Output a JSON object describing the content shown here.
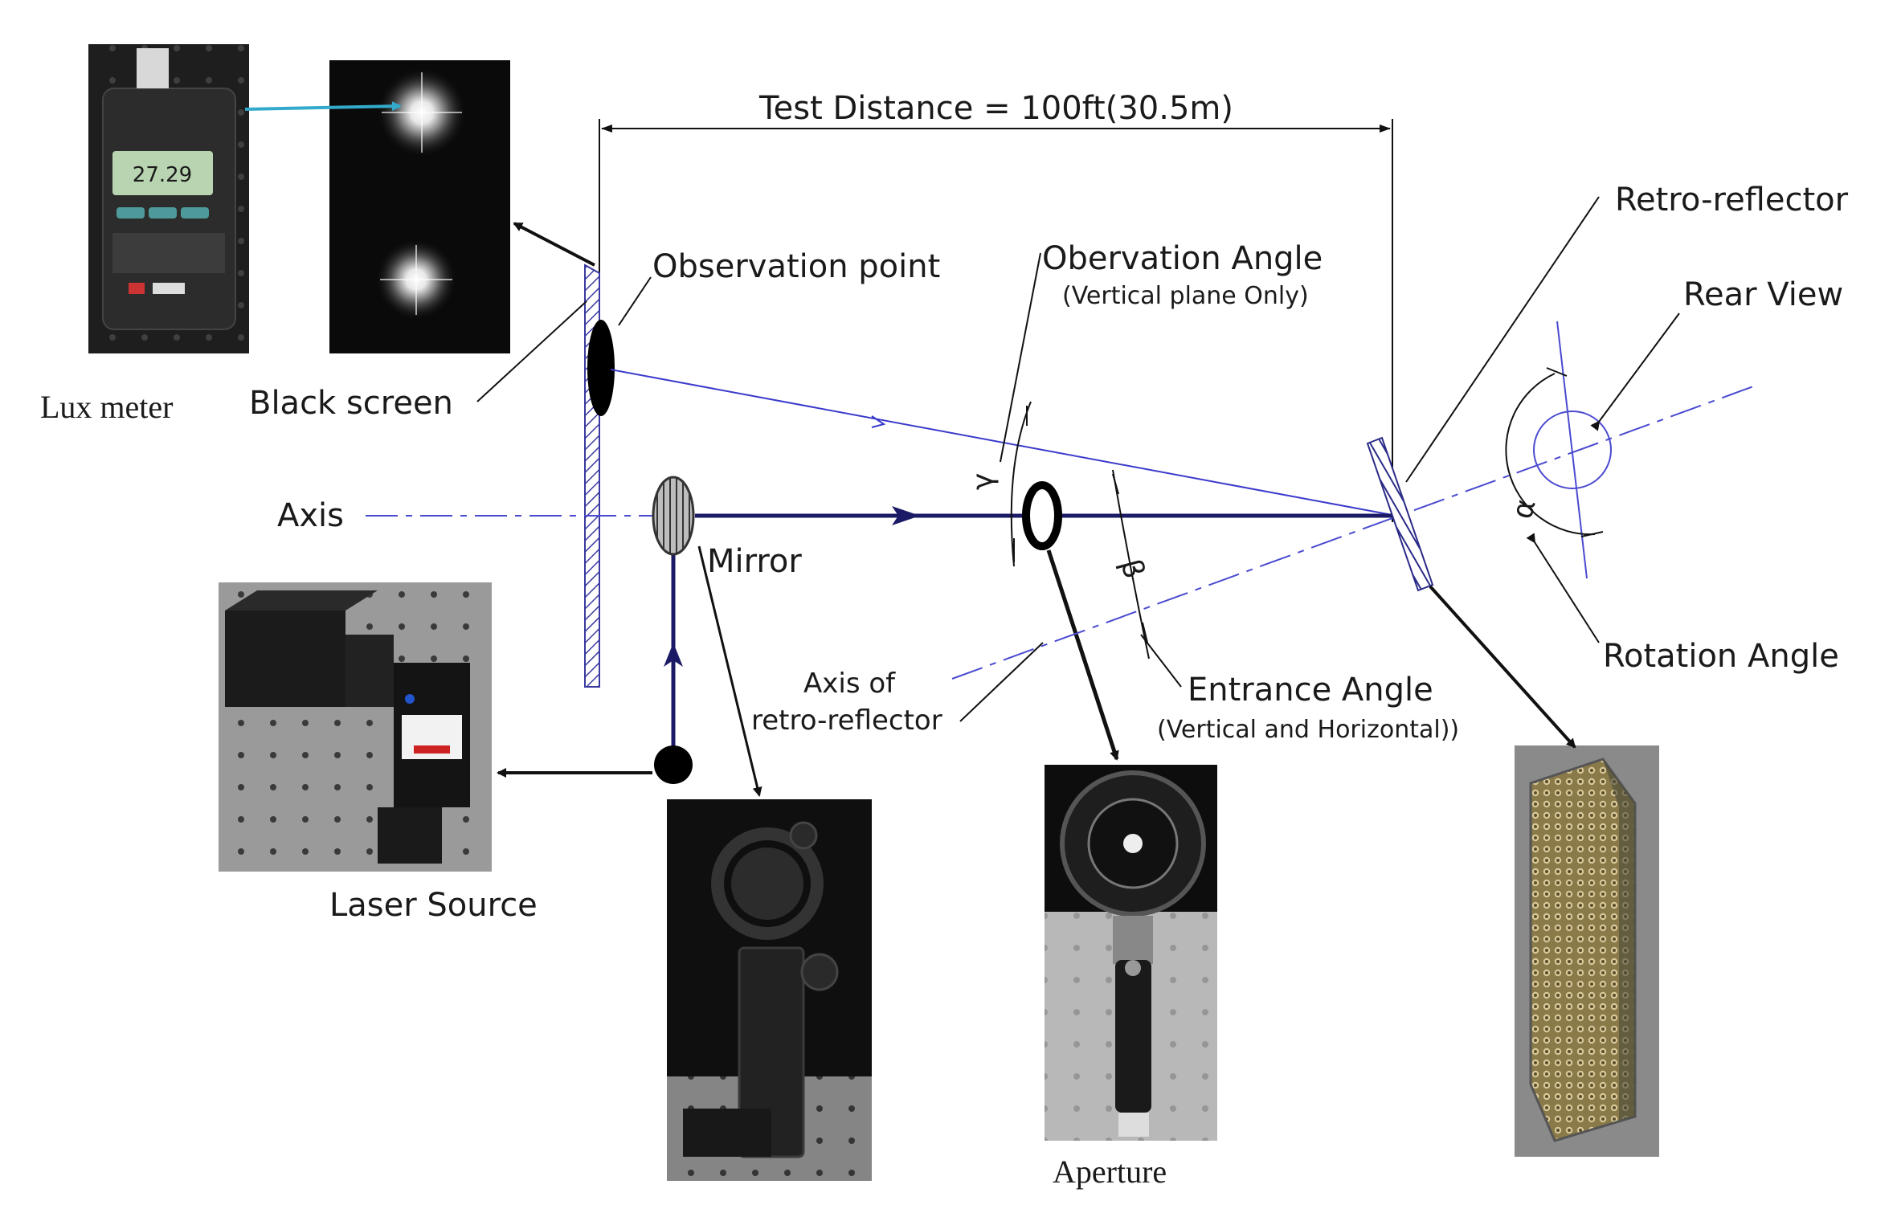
{
  "labels": {
    "test_distance": "Test Distance = 100ft(30.5m)",
    "retro_reflector": "Retro-reflector",
    "observation_point": "Observation point",
    "observation_angle": "Obervation Angle",
    "observation_angle_note": "(Vertical plane Only)",
    "rear_view": "Rear View",
    "lux_meter": "Lux meter",
    "black_screen": "Black screen",
    "axis": "Axis",
    "mirror": "Mirror",
    "axis_of_retro_line1": "Axis of",
    "axis_of_retro_line2": "retro-reflector",
    "entrance_angle": "Entrance Angle",
    "entrance_angle_note": "(Vertical and Horizontal))",
    "rotation_angle": "Rotation Angle",
    "laser_source": "Laser Source",
    "aperture": "Aperture",
    "gamma": "γ",
    "beta": "β",
    "alpha": "α"
  },
  "photos": {
    "lux_display": "27.29"
  },
  "colors": {
    "beam": "#1a1a66",
    "return_beam": "#3a3acc",
    "axis_line": "#4a4ad0",
    "screen_hatch": "#3a3aa0",
    "lux_connector": "#33aacc",
    "ink": "#111111"
  }
}
